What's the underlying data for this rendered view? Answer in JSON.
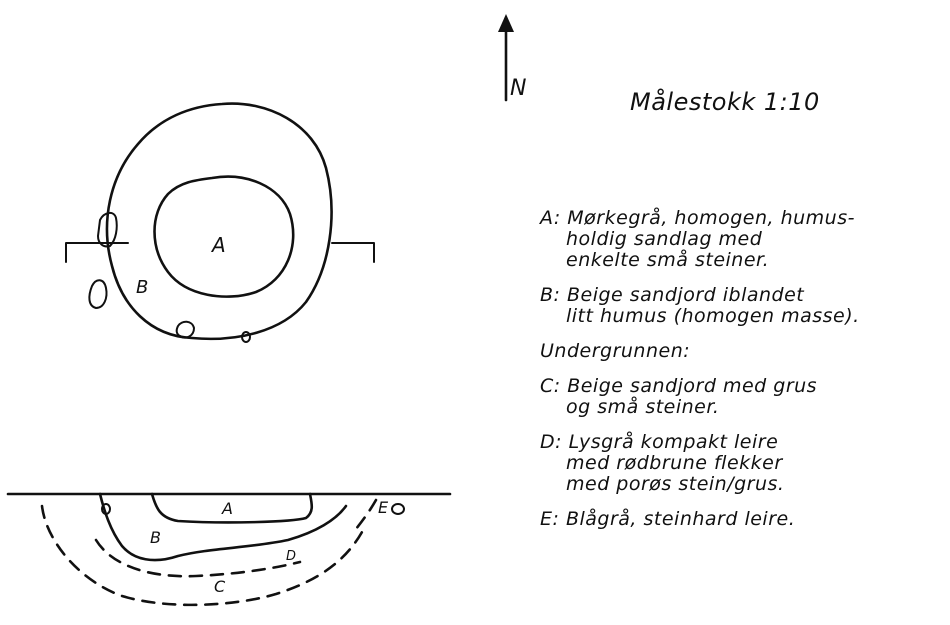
{
  "north_label": "N",
  "scale_label": "Målestokk 1:10",
  "plan_labels": {
    "a": "A",
    "b": "B"
  },
  "section_labels": {
    "a": "A",
    "b": "B",
    "c": "C",
    "d": "D",
    "e": "E"
  },
  "legend": {
    "a_line1": "A: Mørkegrå, homogen, humus-",
    "a_line2": "holdig sandlag med",
    "a_line3": "enkelte små steiner.",
    "b_line1": "B: Beige sandjord iblandet",
    "b_line2": "litt humus (homogen masse).",
    "subsoil": "Undergrunnen:",
    "c_line1": "C: Beige sandjord med grus",
    "c_line2": "og små steiner.",
    "d_line1": "D: Lysgrå kompakt leire",
    "d_line2": "med rødbrune flekker",
    "d_line3": "med porøs stein/grus.",
    "e_line1": "E: Blågrå, steinhard leire."
  }
}
